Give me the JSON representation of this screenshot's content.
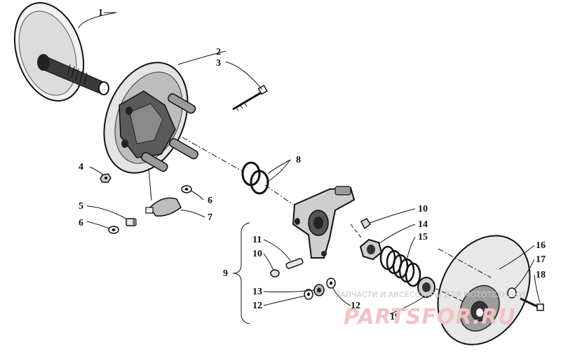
{
  "callouts": {
    "c1": "1",
    "c2": "2",
    "c3": "3",
    "c4": "4",
    "c5": "5",
    "c6a": "6",
    "c6b": "6",
    "c7": "7",
    "c8": "8",
    "c9": "9",
    "c10a": "10",
    "c10b": "10",
    "c11": "11",
    "c12a": "12",
    "c12b": "12",
    "c13": "13",
    "c14": "14",
    "c15": "15",
    "c16": "16",
    "c17": "17",
    "c18": "18",
    "c19": "19"
  },
  "watermark": {
    "caption": "ЗАПЧАСТИ И АКСЕССУАРЫ ДЛЯ МОТОТЕХНИКИ",
    "logo": "PARTSFOR.RU"
  }
}
